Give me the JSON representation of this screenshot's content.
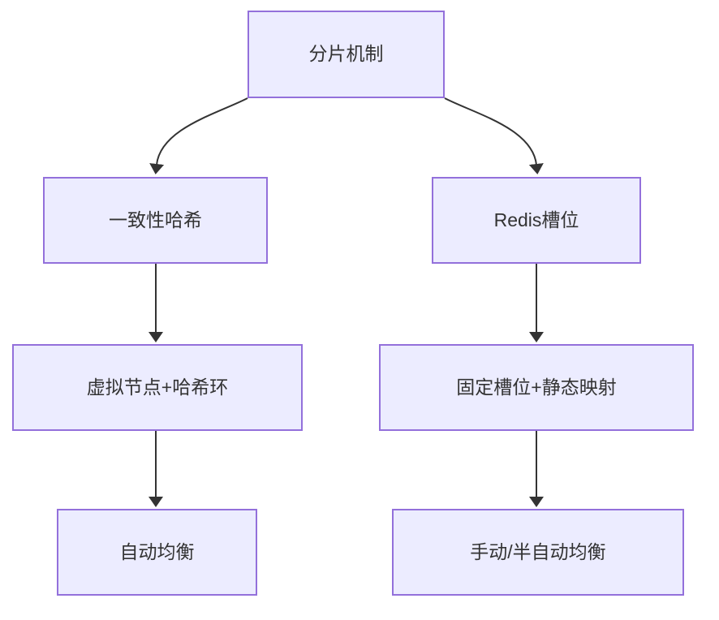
{
  "diagram": {
    "type": "flowchart",
    "direction": "top-down",
    "nodes": {
      "root": {
        "label": "分片机制"
      },
      "left1": {
        "label": "一致性哈希"
      },
      "right1": {
        "label": "Redis槽位"
      },
      "left2": {
        "label": "虚拟节点+哈希环"
      },
      "right2": {
        "label": "固定槽位+静态映射"
      },
      "left3": {
        "label": "自动均衡"
      },
      "right3": {
        "label": "手动/半自动均衡"
      }
    },
    "edges": [
      {
        "from": "分片机制",
        "to": "一致性哈希"
      },
      {
        "from": "分片机制",
        "to": "Redis槽位"
      },
      {
        "from": "一致性哈希",
        "to": "虚拟节点+哈希环"
      },
      {
        "from": "虚拟节点+哈希环",
        "to": "自动均衡"
      },
      {
        "from": "Redis槽位",
        "to": "固定槽位+静态映射"
      },
      {
        "from": "固定槽位+静态映射",
        "to": "手动/半自动均衡"
      }
    ],
    "colors": {
      "node_fill": "#ECECFF",
      "node_border": "#9370DB",
      "edge": "#333333",
      "text": "#333333"
    }
  }
}
